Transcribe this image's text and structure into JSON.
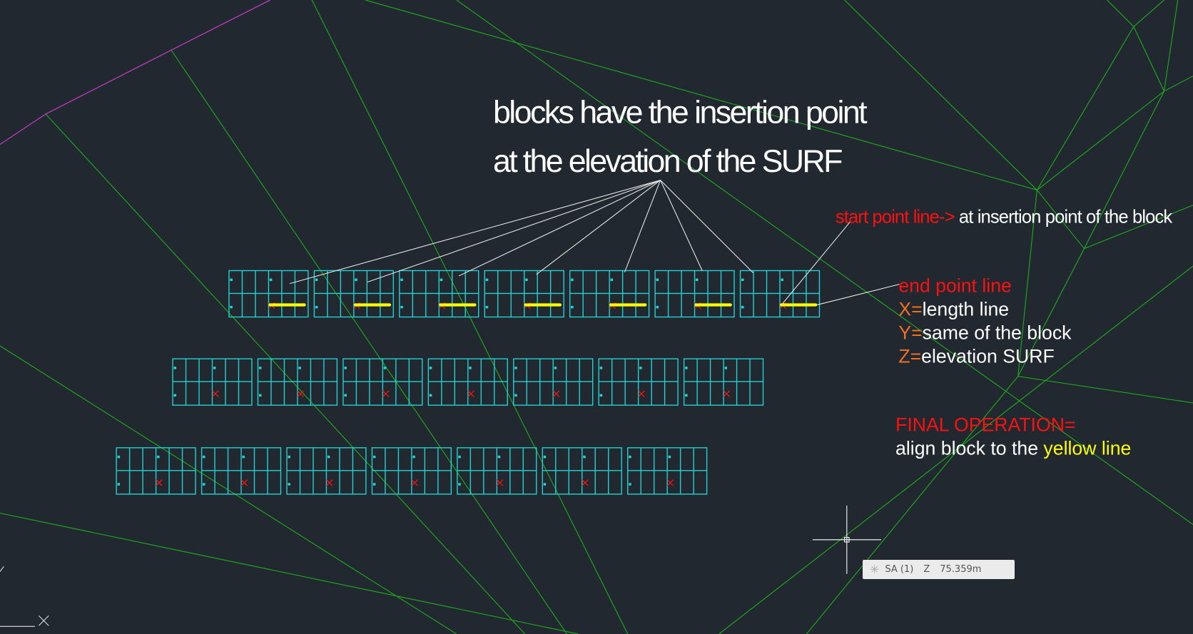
{
  "annotation": {
    "title_line1": "blocks have the insertion point",
    "title_line2": "at the elevation of the SURF",
    "start_red": "start point line->",
    "start_white": " at insertion point of the block",
    "end_title": "end point line",
    "x_key": "X=",
    "x_val": "length line",
    "y_key": "Y=",
    "y_val": "same of the block",
    "z_key": "Z=",
    "z_val": "elevation SURF",
    "final_title": "FINAL OPERATION=",
    "final_text": "align block to the ",
    "final_highlight": "yellow line"
  },
  "tooltip": {
    "icon": "snap-star-icon",
    "object": "SA (1)",
    "axis": "Z",
    "value": "75.359m"
  },
  "colors": {
    "background": "#212830",
    "block": "#22d3d3",
    "surface": "#1fa51f",
    "boundary": "#c03cc0",
    "yellow": "#ffff00",
    "red": "#ff1010",
    "orange": "#f07020"
  },
  "blocks": {
    "rows": 3,
    "per_row": 7
  }
}
